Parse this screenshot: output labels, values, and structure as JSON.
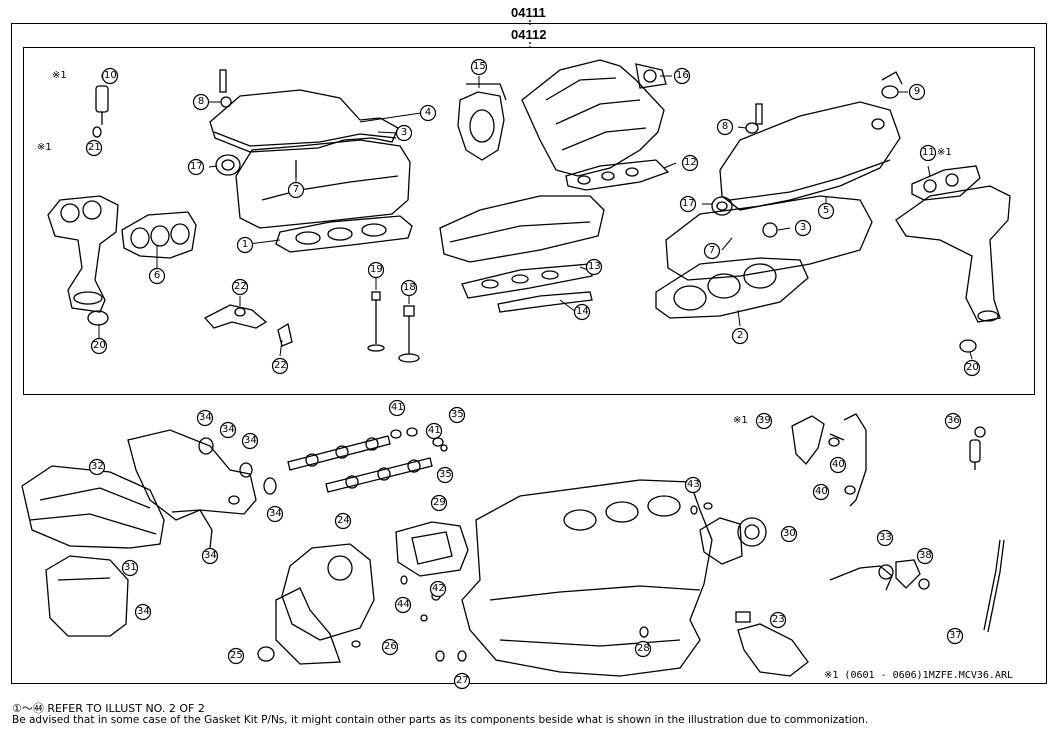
{
  "header": {
    "outer_code": "04111",
    "inner_code": "04112"
  },
  "callouts": [
    {
      "n": "10",
      "mark": "※1"
    },
    {
      "n": "21",
      "mark": "※1"
    },
    {
      "n": "8",
      "mark": ""
    },
    {
      "n": "4",
      "mark": ""
    },
    {
      "n": "3",
      "mark": ""
    },
    {
      "n": "17",
      "mark": ""
    },
    {
      "n": "7",
      "mark": ""
    },
    {
      "n": "6",
      "mark": ""
    },
    {
      "n": "1",
      "mark": ""
    },
    {
      "n": "20",
      "mark": ""
    },
    {
      "n": "22",
      "mark": ""
    },
    {
      "n": "22",
      "mark": ""
    },
    {
      "n": "19",
      "mark": ""
    },
    {
      "n": "18",
      "mark": ""
    },
    {
      "n": "15",
      "mark": ""
    },
    {
      "n": "16",
      "mark": ""
    },
    {
      "n": "12",
      "mark": ""
    },
    {
      "n": "13",
      "mark": ""
    },
    {
      "n": "14",
      "mark": ""
    },
    {
      "n": "9",
      "mark": ""
    },
    {
      "n": "8",
      "mark": ""
    },
    {
      "n": "11",
      "mark": "※1"
    },
    {
      "n": "17",
      "mark": ""
    },
    {
      "n": "5",
      "mark": ""
    },
    {
      "n": "7",
      "mark": ""
    },
    {
      "n": "3",
      "mark": ""
    },
    {
      "n": "2",
      "mark": ""
    },
    {
      "n": "20",
      "mark": ""
    },
    {
      "n": "34",
      "mark": ""
    },
    {
      "n": "34",
      "mark": ""
    },
    {
      "n": "34",
      "mark": ""
    },
    {
      "n": "32",
      "mark": ""
    },
    {
      "n": "34",
      "mark": ""
    },
    {
      "n": "34",
      "mark": ""
    },
    {
      "n": "31",
      "mark": ""
    },
    {
      "n": "34",
      "mark": ""
    },
    {
      "n": "41",
      "mark": ""
    },
    {
      "n": "41",
      "mark": ""
    },
    {
      "n": "35",
      "mark": ""
    },
    {
      "n": "35",
      "mark": ""
    },
    {
      "n": "24",
      "mark": ""
    },
    {
      "n": "29",
      "mark": ""
    },
    {
      "n": "44",
      "mark": ""
    },
    {
      "n": "42",
      "mark": ""
    },
    {
      "n": "26",
      "mark": ""
    },
    {
      "n": "25",
      "mark": ""
    },
    {
      "n": "27",
      "mark": ""
    },
    {
      "n": "43",
      "mark": ""
    },
    {
      "n": "30",
      "mark": ""
    },
    {
      "n": "28",
      "mark": ""
    },
    {
      "n": "23",
      "mark": ""
    },
    {
      "n": "39",
      "mark": "※1"
    },
    {
      "n": "40",
      "mark": ""
    },
    {
      "n": "40",
      "mark": ""
    },
    {
      "n": "36",
      "mark": ""
    },
    {
      "n": "33",
      "mark": ""
    },
    {
      "n": "38",
      "mark": ""
    },
    {
      "n": "37",
      "mark": ""
    }
  ],
  "model_note": "※1 (0601 - 0606)1MZFE.MCV36.ARL",
  "footer": {
    "line1": "①～㊹ REFER TO ILLUST NO. 2 OF 2",
    "line2": "Be advised that in some case of the Gasket Kit P/Ns,  it might contain other parts as its components beside what is shown in the illustration due to commonization."
  }
}
